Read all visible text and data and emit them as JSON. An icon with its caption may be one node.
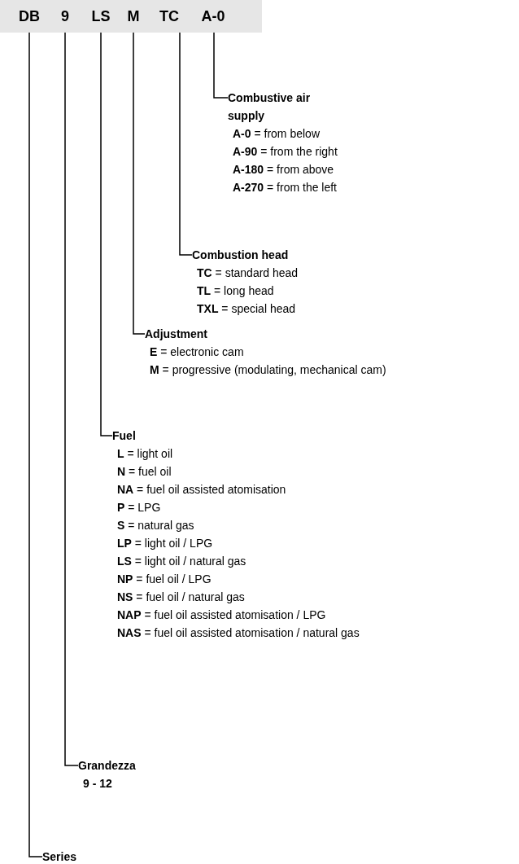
{
  "diagram": {
    "nodes": [
      {
        "text": [],
        "shape": "bar"
      },
      {
        "text": [
          "DB"
        ],
        "in": 0
      },
      {
        "text": [
          "9"
        ],
        "in": 0
      },
      {
        "text": [
          "LS"
        ],
        "in": 0
      },
      {
        "text": [
          "M"
        ],
        "in": 0
      },
      {
        "text": [
          "TC"
        ],
        "in": 0
      },
      {
        "text": [
          "A-0"
        ],
        "in": 0
      },
      {
        "text": [
          "Combustive air supply",
          "**A-0** = from below",
          "**A-90** = from the right",
          "**A-180** = from above",
          "**A-270** = from the left"
        ]
      },
      {
        "text": [
          "Combustion head",
          "**TC** = standard head",
          "**TL** = long head",
          "**TXL** = special head"
        ]
      },
      {
        "text": [
          "Adjustment",
          "**E** = electronic cam",
          "**M** = progressive (modulating, mechanical cam)"
        ]
      },
      {
        "text": [
          "Fuel",
          "**L** = light oil",
          "**N** = fuel oil",
          "**NA** = fuel oil assisted atomisation",
          "**P** = LPG",
          "**S** = natural gas",
          "**LP** = light oil / LPG",
          "**LS** = light oil / natural gas",
          "**NP** = fuel oil / LPG",
          "**NS** = fuel oil / natural gas",
          "**NAP** = fuel oil assisted atomisation / LPG",
          "**NAS** = fuel oil assisted atomisation / natural gas"
        ]
      },
      {
        "text": [
          "Grandezza",
          "9 - 12"
        ]
      },
      {
        "text": [
          "Series"
        ]
      }
    ],
    "edges": [
      {
        "from": 6,
        "to": 7,
        "arrow": "none"
      },
      {
        "from": 5,
        "to": 8,
        "arrow": "none"
      },
      {
        "from": 4,
        "to": 9,
        "arrow": "none"
      },
      {
        "from": 3,
        "to": 10,
        "arrow": "none"
      },
      {
        "from": 2,
        "to": 11,
        "arrow": "none"
      },
      {
        "from": 1,
        "to": 12,
        "arrow": "none"
      }
    ]
  }
}
